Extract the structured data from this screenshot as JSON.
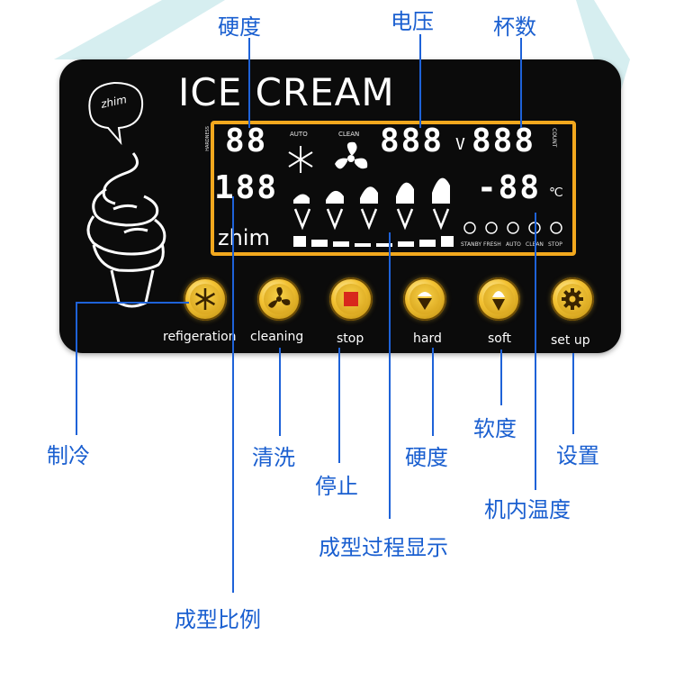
{
  "panel": {
    "brand": "ICE CREAM",
    "bubble_text": "zhim",
    "lcd": {
      "hardness_digits": "88",
      "ratio_digits": "188",
      "voltage_digits": "888",
      "voltage_unit": "V",
      "cups_digits": "888",
      "temp_digits": "-88",
      "temp_unit": "℃",
      "auto_label": "AUTO",
      "clean_label": "CLEAN",
      "count_label": "COUNT",
      "small_vertical_label": "HARDNESS",
      "zhim_label": "zhim",
      "states": [
        "STANBY",
        "FRESH",
        "AUTO",
        "CLEAN",
        "STOP"
      ]
    },
    "buttons": [
      {
        "label": "refigeration",
        "icon": "snowflake-icon"
      },
      {
        "label": "cleaning",
        "icon": "fan-icon"
      },
      {
        "label": "stop",
        "icon": "stop-square-icon"
      },
      {
        "label": "hard",
        "icon": "hard-cone-icon"
      },
      {
        "label": "soft",
        "icon": "soft-cone-icon"
      },
      {
        "label": "set up",
        "icon": "gear-icon"
      }
    ]
  },
  "callouts": {
    "top_hardness": "硬度",
    "top_voltage": "电压",
    "top_cups": "杯数",
    "refrigeration": "制冷",
    "cleaning": "清洗",
    "stop": "停止",
    "hardness": "硬度",
    "softness": "软度",
    "settings": "设置",
    "inner_temp": "机内温度",
    "forming_display": "成型过程显示",
    "forming_ratio": "成型比例"
  },
  "colors": {
    "callout_blue": "#1a5fd0",
    "lcd_border": "#f2a81e",
    "panel": "#0b0b0b",
    "button_gold": "#f3c233",
    "stop_red": "#d8281c"
  }
}
